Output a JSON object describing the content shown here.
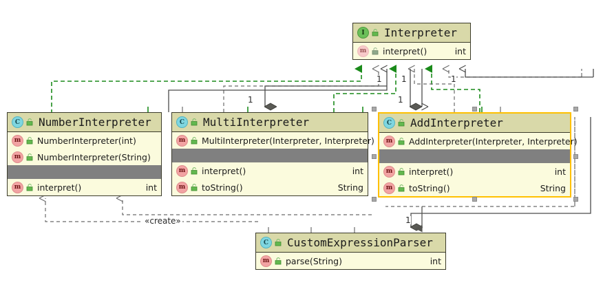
{
  "diagram": {
    "kind": "uml-class-diagram",
    "colors": {
      "box_fill": "#fbfbdd",
      "header_fill": "#d9d9a9",
      "border": "#3a3a2a",
      "separator_band": "#808080",
      "selection_border": "#ffc000",
      "realization_edge": "#1a8a1a",
      "dependency_edge": "#5a5a5a",
      "association_edge": "#3a3a3a",
      "canvas": "#ffffff"
    },
    "icons": {
      "interface": "interface-circle-icon",
      "class": "class-circle-icon",
      "method": "method-circle-icon",
      "visibility": "public-lock-icon"
    }
  },
  "classes": [
    {
      "id": "interpreter",
      "name": "Interpreter",
      "stereotype_icon": "I",
      "kind": "interface",
      "selected": false,
      "compartments": [
        {
          "type": "methods",
          "members": [
            {
              "icon": "m",
              "faded": true,
              "name": "interpret()",
              "return": "int"
            }
          ]
        }
      ]
    },
    {
      "id": "number-interpreter",
      "name": "NumberInterpreter",
      "stereotype_icon": "C",
      "kind": "class",
      "selected": false,
      "compartments": [
        {
          "type": "constructors",
          "members": [
            {
              "icon": "m",
              "faded": false,
              "name": "NumberInterpreter(int)",
              "return": ""
            },
            {
              "icon": "m",
              "faded": false,
              "name": "NumberInterpreter(String)",
              "return": ""
            }
          ]
        },
        {
          "type": "band"
        },
        {
          "type": "methods",
          "members": [
            {
              "icon": "m",
              "faded": false,
              "name": "interpret()",
              "return": "int"
            }
          ]
        }
      ]
    },
    {
      "id": "multi-interpreter",
      "name": "MultiInterpreter",
      "stereotype_icon": "C",
      "kind": "class",
      "selected": false,
      "compartments": [
        {
          "type": "constructors",
          "members": [
            {
              "icon": "m",
              "faded": false,
              "name": "MultiInterpreter(Interpreter, Interpreter)",
              "return": ""
            }
          ]
        },
        {
          "type": "band"
        },
        {
          "type": "methods",
          "members": [
            {
              "icon": "m",
              "faded": false,
              "name": "interpret()",
              "return": "int"
            },
            {
              "icon": "m",
              "faded": false,
              "name": "toString()",
              "return": "String"
            }
          ]
        }
      ]
    },
    {
      "id": "add-interpreter",
      "name": "AddInterpreter",
      "stereotype_icon": "C",
      "kind": "class",
      "selected": true,
      "compartments": [
        {
          "type": "constructors",
          "members": [
            {
              "icon": "m",
              "faded": false,
              "name": "AddInterpreter(Interpreter, Interpreter)",
              "return": ""
            }
          ]
        },
        {
          "type": "band"
        },
        {
          "type": "methods",
          "members": [
            {
              "icon": "m",
              "faded": false,
              "name": "interpret()",
              "return": "int"
            },
            {
              "icon": "m",
              "faded": false,
              "name": "toString()",
              "return": "String"
            }
          ]
        }
      ]
    },
    {
      "id": "custom-expression-parser",
      "name": "CustomExpressionParser",
      "stereotype_icon": "C",
      "kind": "class",
      "selected": false,
      "compartments": [
        {
          "type": "methods",
          "members": [
            {
              "icon": "m",
              "faded": false,
              "name": "parse(String)",
              "return": "int"
            }
          ]
        }
      ]
    }
  ],
  "edge_labels": {
    "multiplicity_one": "1",
    "create_stereotype": "«create»"
  },
  "multiplicities": [
    {
      "id": "m-top-1",
      "text": "1"
    },
    {
      "id": "m-top-2",
      "text": "1"
    },
    {
      "id": "m-top-3",
      "text": "1"
    },
    {
      "id": "m-multi-diamond",
      "text": "1"
    },
    {
      "id": "m-add-diamond",
      "text": "1"
    },
    {
      "id": "m-parser-diamond",
      "text": "1"
    }
  ]
}
